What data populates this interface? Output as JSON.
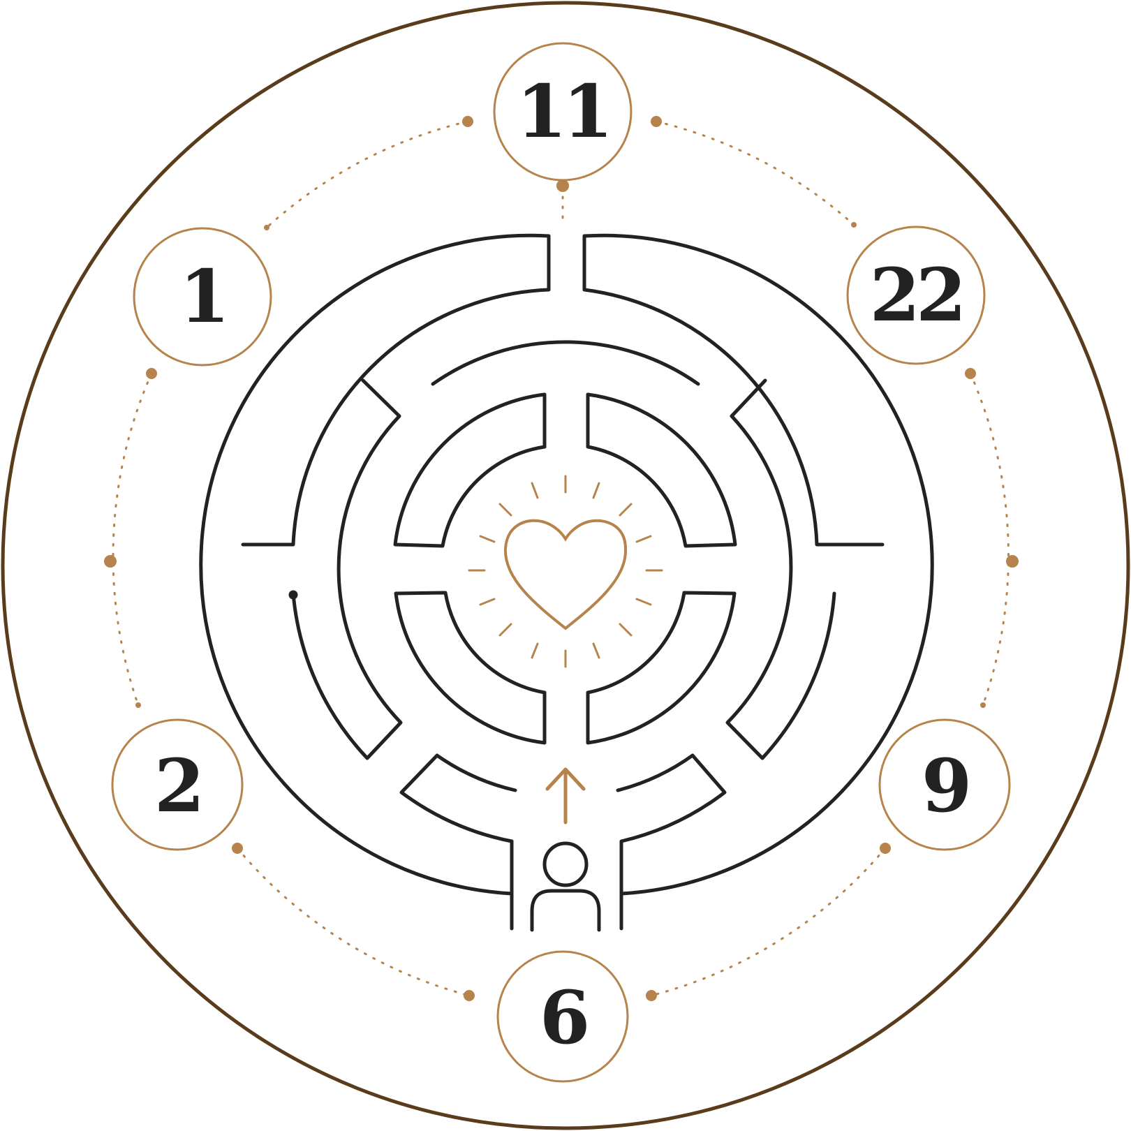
{
  "colors": {
    "frame": "#5a3c1c",
    "accent": "#b5834b",
    "ink": "#222222",
    "background": "#ffffff"
  },
  "numbers": [
    {
      "id": "top",
      "label": "11"
    },
    {
      "id": "upper-left",
      "label": "1"
    },
    {
      "id": "upper-right",
      "label": "22"
    },
    {
      "id": "lower-left",
      "label": "2"
    },
    {
      "id": "lower-right",
      "label": "9"
    },
    {
      "id": "bottom",
      "label": "6"
    }
  ],
  "icons": {
    "center": "heart-icon",
    "walker": "person-icon",
    "direction": "arrow-up-icon"
  }
}
